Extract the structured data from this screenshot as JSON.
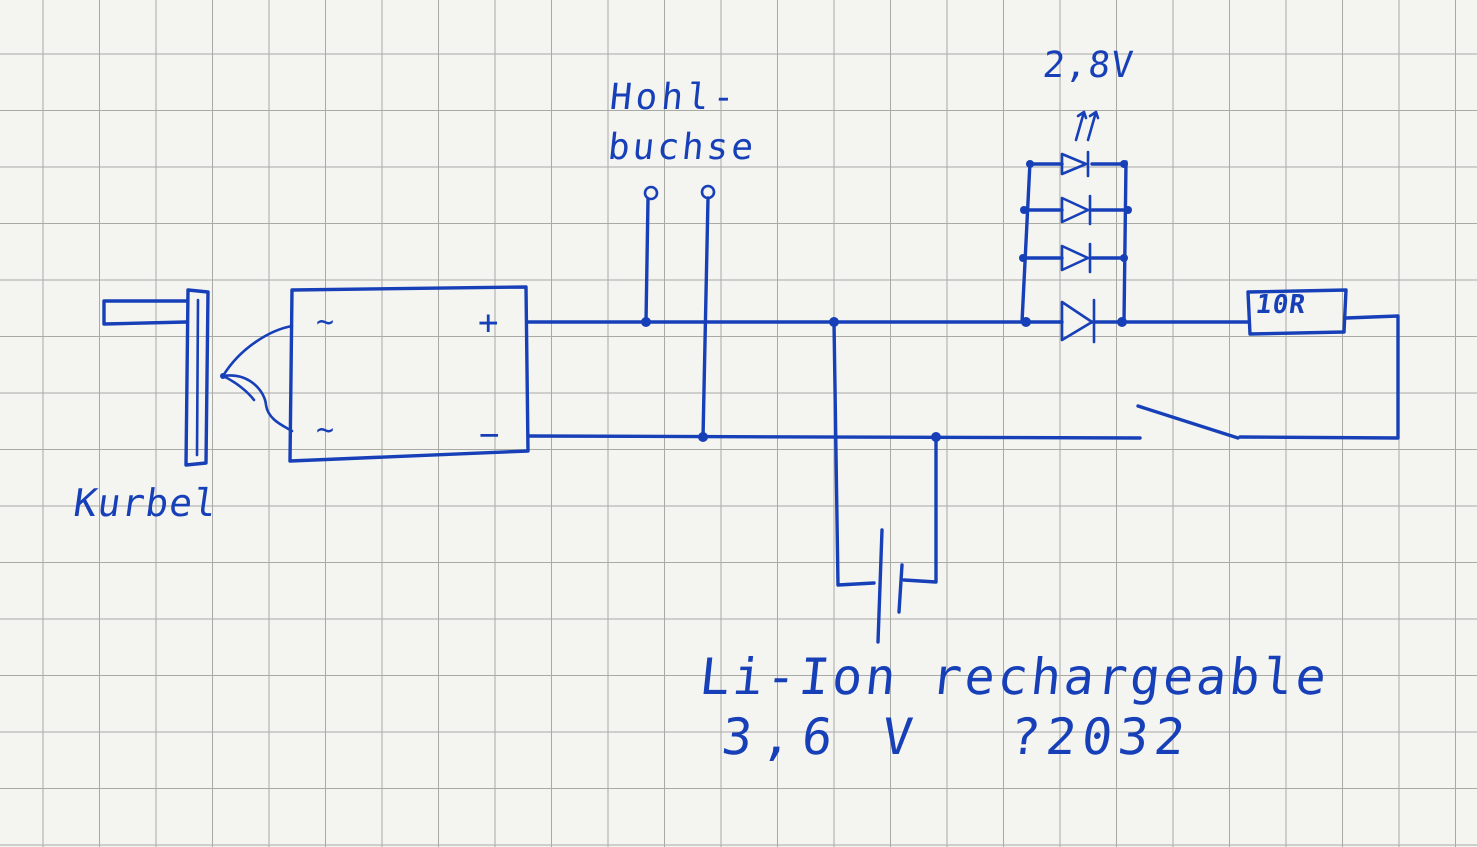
{
  "labels": {
    "crank": "Kurbel",
    "jack_line1": "Hohl-",
    "jack_line2": "buchse",
    "led_voltage": "2,8V",
    "battery_line1": "Li-Ion rechargeable",
    "battery_voltage": "3,6 V",
    "battery_type": "?2032",
    "resistor": "10R",
    "rectifier_ac1": "~",
    "rectifier_ac2": "~",
    "rectifier_plus": "+",
    "rectifier_minus": "−"
  },
  "colors": {
    "ink": "#1740b8",
    "grid": "#a9aaa6",
    "paper": "#f4f4f1"
  }
}
